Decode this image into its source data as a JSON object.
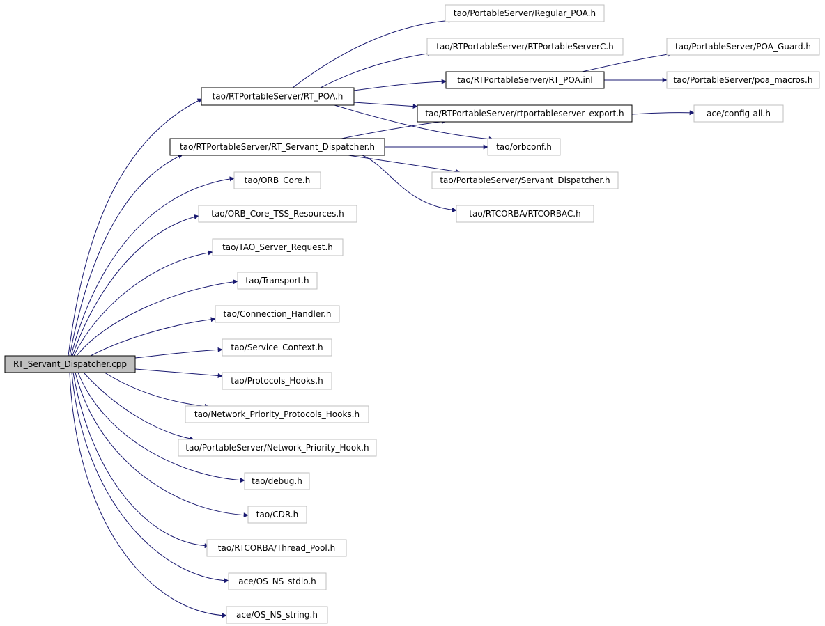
{
  "diagram": {
    "colors": {
      "edge": "#191970",
      "node_border_local": "#000000",
      "node_border_external": "#bfbfbf",
      "root_fill": "#bfbfbf",
      "node_fill": "#ffffff",
      "text": "#000000"
    },
    "nodes": [
      {
        "id": "root",
        "label": "RT_Servant_Dispatcher.cpp",
        "kind": "root"
      },
      {
        "id": "rt_poa_h",
        "label": "tao/RTPortableServer/RT_POA.h",
        "kind": "local"
      },
      {
        "id": "rt_sd_h",
        "label": "tao/RTPortableServer/RT_Servant_Dispatcher.h",
        "kind": "local"
      },
      {
        "id": "regular_poa",
        "label": "tao/PortableServer/Regular_POA.h",
        "kind": "external"
      },
      {
        "id": "rtpsc",
        "label": "tao/RTPortableServer/RTPortableServerC.h",
        "kind": "external"
      },
      {
        "id": "rt_poa_inl",
        "label": "tao/RTPortableServer/RT_POA.inl",
        "kind": "local"
      },
      {
        "id": "rtps_export",
        "label": "tao/RTPortableServer/rtportableserver_export.h",
        "kind": "local"
      },
      {
        "id": "orbconf",
        "label": "tao/orbconf.h",
        "kind": "external"
      },
      {
        "id": "poa_guard",
        "label": "tao/PortableServer/POA_Guard.h",
        "kind": "external"
      },
      {
        "id": "poa_macros",
        "label": "tao/PortableServer/poa_macros.h",
        "kind": "external"
      },
      {
        "id": "config_all",
        "label": "ace/config-all.h",
        "kind": "external"
      },
      {
        "id": "servant_disp",
        "label": "tao/PortableServer/Servant_Dispatcher.h",
        "kind": "external"
      },
      {
        "id": "rtcorbac",
        "label": "tao/RTCORBA/RTCORBAC.h",
        "kind": "external"
      },
      {
        "id": "orb_core",
        "label": "tao/ORB_Core.h",
        "kind": "external"
      },
      {
        "id": "orb_core_tss",
        "label": "tao/ORB_Core_TSS_Resources.h",
        "kind": "external"
      },
      {
        "id": "tao_server_req",
        "label": "tao/TAO_Server_Request.h",
        "kind": "external"
      },
      {
        "id": "transport",
        "label": "tao/Transport.h",
        "kind": "external"
      },
      {
        "id": "conn_handler",
        "label": "tao/Connection_Handler.h",
        "kind": "external"
      },
      {
        "id": "service_ctx",
        "label": "tao/Service_Context.h",
        "kind": "external"
      },
      {
        "id": "protocols_hooks",
        "label": "tao/Protocols_Hooks.h",
        "kind": "external"
      },
      {
        "id": "net_prio_proto",
        "label": "tao/Network_Priority_Protocols_Hooks.h",
        "kind": "external"
      },
      {
        "id": "ps_net_prio",
        "label": "tao/PortableServer/Network_Priority_Hook.h",
        "kind": "external"
      },
      {
        "id": "debug",
        "label": "tao/debug.h",
        "kind": "external"
      },
      {
        "id": "cdr",
        "label": "tao/CDR.h",
        "kind": "external"
      },
      {
        "id": "thread_pool",
        "label": "tao/RTCORBA/Thread_Pool.h",
        "kind": "external"
      },
      {
        "id": "os_stdio",
        "label": "ace/OS_NS_stdio.h",
        "kind": "external"
      },
      {
        "id": "os_string",
        "label": "ace/OS_NS_string.h",
        "kind": "external"
      }
    ],
    "edges": [
      [
        "root",
        "rt_poa_h"
      ],
      [
        "root",
        "rt_sd_h"
      ],
      [
        "root",
        "orb_core"
      ],
      [
        "root",
        "orb_core_tss"
      ],
      [
        "root",
        "tao_server_req"
      ],
      [
        "root",
        "transport"
      ],
      [
        "root",
        "conn_handler"
      ],
      [
        "root",
        "service_ctx"
      ],
      [
        "root",
        "protocols_hooks"
      ],
      [
        "root",
        "net_prio_proto"
      ],
      [
        "root",
        "ps_net_prio"
      ],
      [
        "root",
        "debug"
      ],
      [
        "root",
        "cdr"
      ],
      [
        "root",
        "thread_pool"
      ],
      [
        "root",
        "os_stdio"
      ],
      [
        "root",
        "os_string"
      ],
      [
        "rt_poa_h",
        "regular_poa"
      ],
      [
        "rt_poa_h",
        "rtpsc"
      ],
      [
        "rt_poa_h",
        "rt_poa_inl"
      ],
      [
        "rt_poa_h",
        "rtps_export"
      ],
      [
        "rt_poa_h",
        "orbconf"
      ],
      [
        "rt_poa_inl",
        "poa_guard"
      ],
      [
        "rt_poa_inl",
        "poa_macros"
      ],
      [
        "rtps_export",
        "config_all"
      ],
      [
        "rt_sd_h",
        "rtps_export"
      ],
      [
        "rt_sd_h",
        "orbconf"
      ],
      [
        "rt_sd_h",
        "servant_disp"
      ],
      [
        "rt_sd_h",
        "rtcorbac"
      ]
    ]
  }
}
